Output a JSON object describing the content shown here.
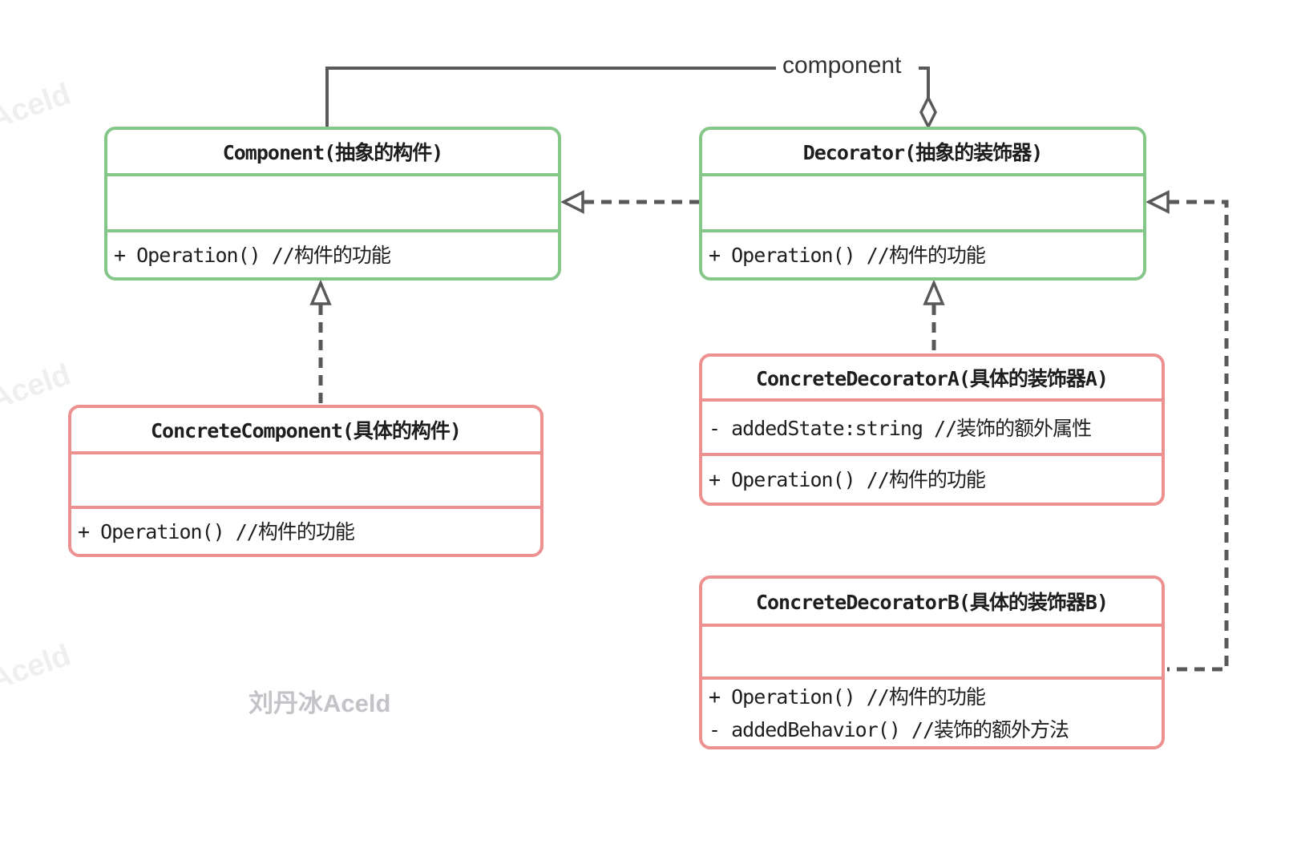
{
  "diagram": {
    "relation_label": "component",
    "watermark_center": "刘丹冰Aceld",
    "watermark_corner": "Aceld",
    "colors": {
      "abstract_border": "#85C788",
      "concrete_border": "#EC9090",
      "connector": "#595959",
      "text": "#1E1E1E",
      "watermark": "#C3C3C8",
      "watermark_faint": "#EFEFEF"
    },
    "classes": [
      {
        "id": "component",
        "stereotype": "abstract",
        "title": "Component(抽象的构件)",
        "attributes": [],
        "methods": [
          "+ Operation() //构件的功能"
        ]
      },
      {
        "id": "decorator",
        "stereotype": "abstract",
        "title": "Decorator(抽象的装饰器)",
        "attributes": [],
        "methods": [
          "+ Operation() //构件的功能"
        ]
      },
      {
        "id": "concrete-component",
        "stereotype": "concrete",
        "title": "ConcreteComponent(具体的构件)",
        "attributes": [],
        "methods": [
          "+ Operation() //构件的功能"
        ]
      },
      {
        "id": "concrete-decorator-a",
        "stereotype": "concrete",
        "title": "ConcreteDecoratorA(具体的装饰器A)",
        "attributes": [
          "- addedState:string //装饰的额外属性"
        ],
        "methods": [
          "+ Operation() //构件的功能"
        ]
      },
      {
        "id": "concrete-decorator-b",
        "stereotype": "concrete",
        "title": "ConcreteDecoratorB(具体的装饰器B)",
        "attributes": [],
        "methods": [
          "+ Operation() //构件的功能",
          "- addedBehavior() //装饰的额外方法"
        ]
      }
    ],
    "relations": [
      {
        "type": "aggregation",
        "from": "decorator",
        "to": "component",
        "label": "component"
      },
      {
        "type": "dependency-dashed",
        "from": "decorator",
        "to": "component"
      },
      {
        "type": "realization",
        "from": "concrete-component",
        "to": "component"
      },
      {
        "type": "realization",
        "from": "concrete-decorator-a",
        "to": "decorator"
      },
      {
        "type": "realization",
        "from": "concrete-decorator-b",
        "to": "decorator"
      }
    ]
  }
}
